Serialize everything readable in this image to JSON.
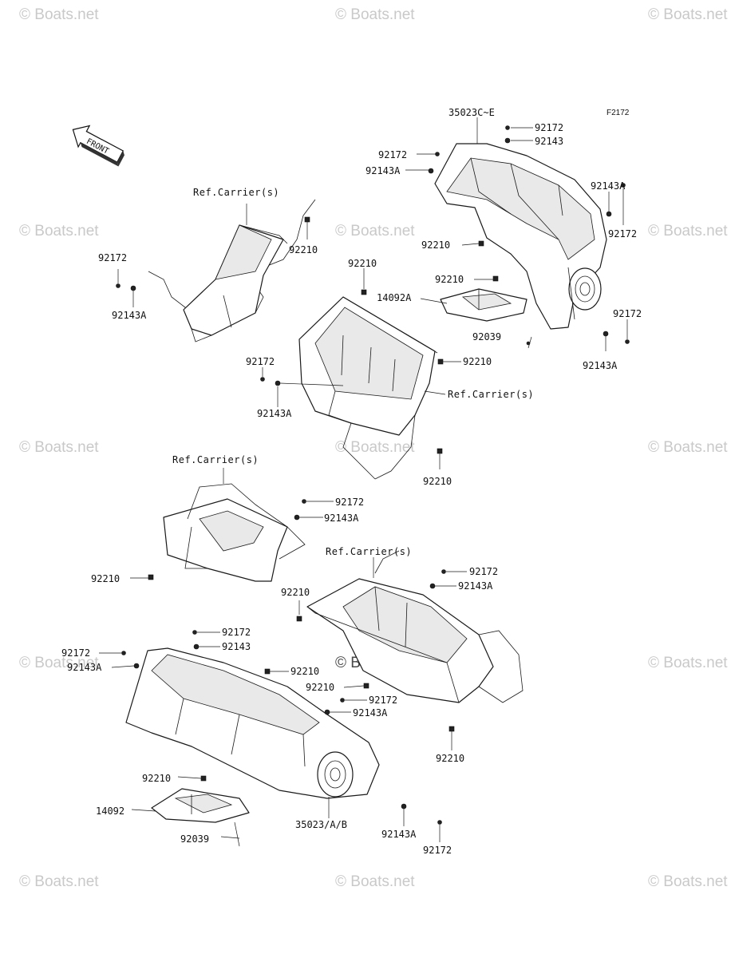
{
  "watermark": "© Boats.net",
  "figure_code": "F2172",
  "front_label": "FRONT",
  "part_numbers": {
    "p35023c": "35023C~E",
    "p35023ab": "35023/A/B",
    "p92172": "92172",
    "p92143": "92143",
    "p92143a": "92143A",
    "p92210": "92210",
    "p92039": "92039",
    "p14092a": "14092A",
    "p14092": "14092"
  },
  "ref_carrier": "Ref.Carrier(s)"
}
